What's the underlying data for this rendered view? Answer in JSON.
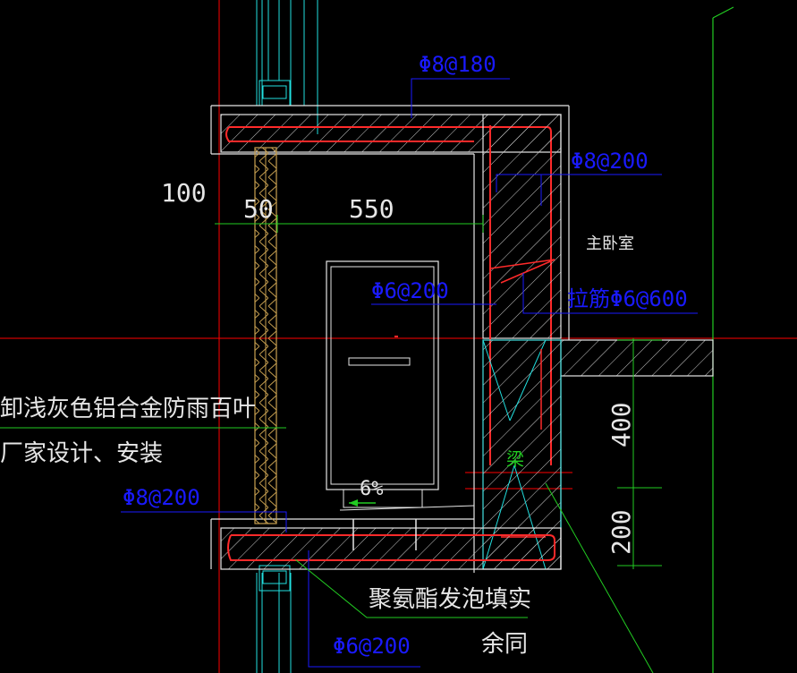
{
  "colors": {
    "background": "#000000",
    "wall_line": "#e6e6e6",
    "hatch": "#d8d8d8",
    "rebar": "#ff2a2a",
    "dimension": "#ffffff",
    "leader": "#1a1aff",
    "grid": "#ff0000",
    "leader_green": "#22cc22",
    "cyan": "#22e0e0",
    "louver": "#c8a050"
  },
  "labels": {
    "rebar_top": "Φ8@180",
    "rebar_right": "Φ8@200",
    "room_name": "主卧室",
    "rebar_inner": "Φ6@200",
    "tie_bar": "拉筋Φ6@600",
    "louver_line1": "卸浅灰色铝合金防雨百叶",
    "louver_line2": "厂家设计、安装",
    "rebar_bottom_left": "Φ8@200",
    "slope": "6%",
    "beam": "梁",
    "foam": "聚氨酯发泡填实",
    "same_rest": "余同",
    "rebar_bottom": "Φ6@200"
  },
  "dimensions": {
    "d100": "100",
    "d50": "50",
    "d550": "550",
    "d400": "400",
    "d200": "200"
  }
}
